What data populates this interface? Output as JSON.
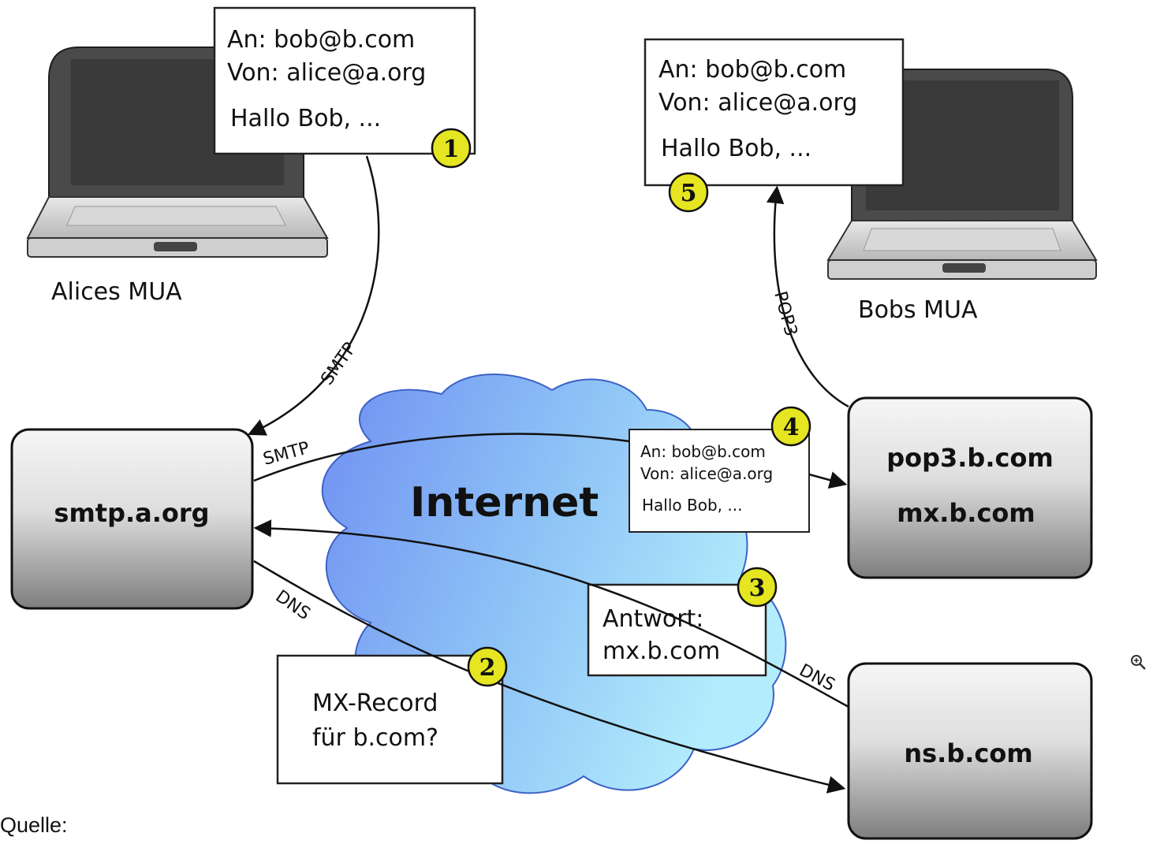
{
  "email": {
    "to": "An: bob@b.com",
    "from": "Von: alice@a.org",
    "body": "Hallo Bob, ..."
  },
  "hosts": {
    "alice_mua": "Alices MUA",
    "bob_mua": "Bobs MUA",
    "smtp_server": "smtp.a.org",
    "pop3_server": "pop3.b.com",
    "mx_server": "mx.b.com",
    "ns_server": "ns.b.com"
  },
  "cloud_label": "Internet",
  "protocols": {
    "smtp_client": "SMTP",
    "smtp_relay": "SMTP",
    "dns_query": "DNS",
    "dns_answer": "DNS",
    "pop3": "POP3"
  },
  "dns_query_box": {
    "line1": "MX-Record",
    "line2": "für b.com?"
  },
  "dns_answer_box": {
    "line1": "Antwort:",
    "line2": "mx.b.com"
  },
  "steps": [
    "1",
    "2",
    "3",
    "4",
    "5"
  ],
  "source_label": "Quelle:",
  "colors": {
    "cloud_light": "#a9e3fb",
    "cloud_dark": "#6f8ff2",
    "badge": "#e5e521",
    "server_top": "#f2f2f2",
    "server_bottom": "#8a8a8a",
    "screen": "#3a3a3a"
  },
  "icons": [
    "laptop-icon",
    "zoom-in-icon"
  ]
}
